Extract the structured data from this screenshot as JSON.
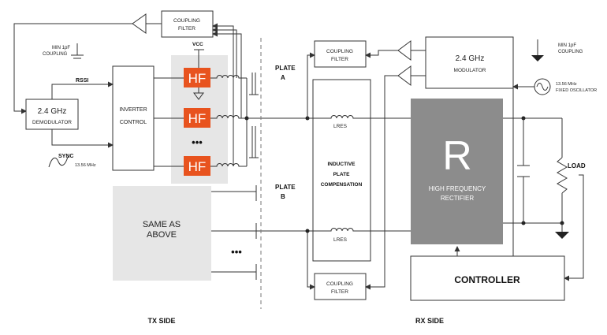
{
  "colors": {
    "hf_block": "#e8531e",
    "rectifier": "#8c8c8c",
    "shaded_area": "#e6e6e6",
    "lines": "#333333"
  },
  "tx": {
    "coupling_filter_l1": "COUPLING",
    "coupling_filter_l2": "FILTER",
    "min_coupling_l1": "MIN 1pF",
    "min_coupling_l2": "COUPLING",
    "vcc": "VCC",
    "rssi": "RSSI",
    "demod_l1": "2.4 GHz",
    "demod_l2": "DEMODULATOR",
    "inverter_l1": "INVERTER",
    "inverter_l2": "CONTROL",
    "sync": "SYNC",
    "sync_freq": "13.56 MHz",
    "hf_label": "HF",
    "ellipsis": "•••",
    "same_l1": "SAME AS",
    "same_l2": "ABOVE",
    "side_label": "TX SIDE"
  },
  "plates": {
    "a_l1": "PLATE",
    "a_l2": "A",
    "b_l1": "PLATE",
    "b_l2": "B"
  },
  "rx": {
    "coupling_filter_l1": "COUPLING",
    "coupling_filter_l2": "FILTER",
    "comp_l1": "INDUCTIVE",
    "comp_l2": "PLATE",
    "comp_l3": "COMPENSATION",
    "lres": "LRES",
    "mod_l1": "2.4 GHz",
    "mod_l2": "MODULATOR",
    "min_coupling_l1": "MIN 1pF",
    "min_coupling_l2": "COUPLING",
    "osc_l1": "13.56 MHz",
    "osc_l2": "FIXED OSCILLATOR",
    "rect_symbol": "R",
    "rect_l1": "HIGH FREQUENCY",
    "rect_l2": "RECTIFIER",
    "load": "LOAD",
    "controller": "CONTROLLER",
    "side_label": "RX SIDE"
  }
}
